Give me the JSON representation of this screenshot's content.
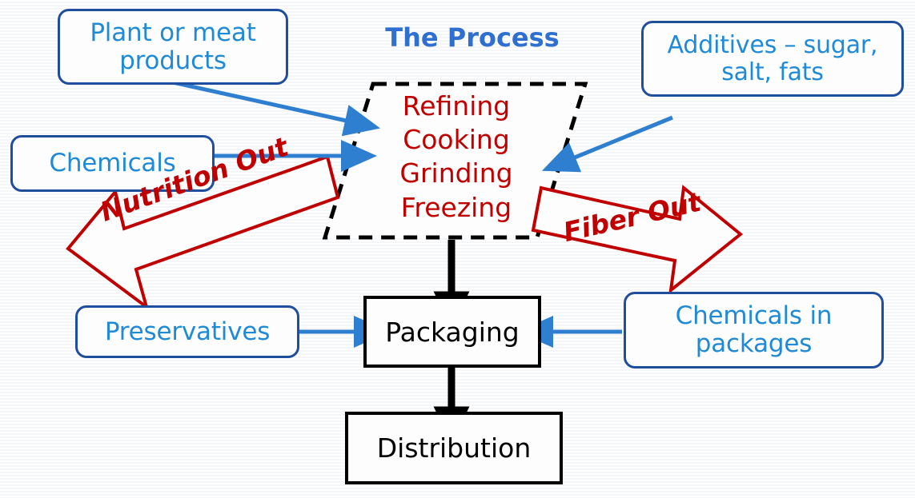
{
  "diagram": {
    "title": "The Process",
    "title_color": "#2E6FD0",
    "background_color": "#fbfbfc",
    "input_box_border_color": "#1F4E9C",
    "input_box_text_color": "#1F8AD6",
    "process_text_color": "#C00000",
    "loss_arrow_color": "#C00000",
    "flow_arrow_color": "#000000",
    "input_arrow_color": "#2E7FD0",
    "process_box": {
      "shape": "parallelogram",
      "border_style": "dashed",
      "border_color": "#000000",
      "steps": [
        "Refining",
        "Cooking",
        "Grinding",
        "Freezing"
      ]
    },
    "inputs": [
      {
        "id": "plant-or-meat-products",
        "label": "Plant or meat products"
      },
      {
        "id": "chemicals",
        "label": "Chemicals"
      },
      {
        "id": "additives",
        "label": "Additives – sugar, salt, fats"
      },
      {
        "id": "preservatives",
        "label": "Preservatives"
      },
      {
        "id": "chemicals-in-packages",
        "label": "Chemicals in packages"
      }
    ],
    "losses": [
      {
        "id": "nutrition-out",
        "label": "Nutrition Out",
        "direction": "down-left"
      },
      {
        "id": "fiber-out",
        "label": "Fiber Out",
        "direction": "right"
      }
    ],
    "stages": [
      {
        "id": "packaging",
        "label": "Packaging"
      },
      {
        "id": "distribution",
        "label": "Distribution"
      }
    ]
  }
}
